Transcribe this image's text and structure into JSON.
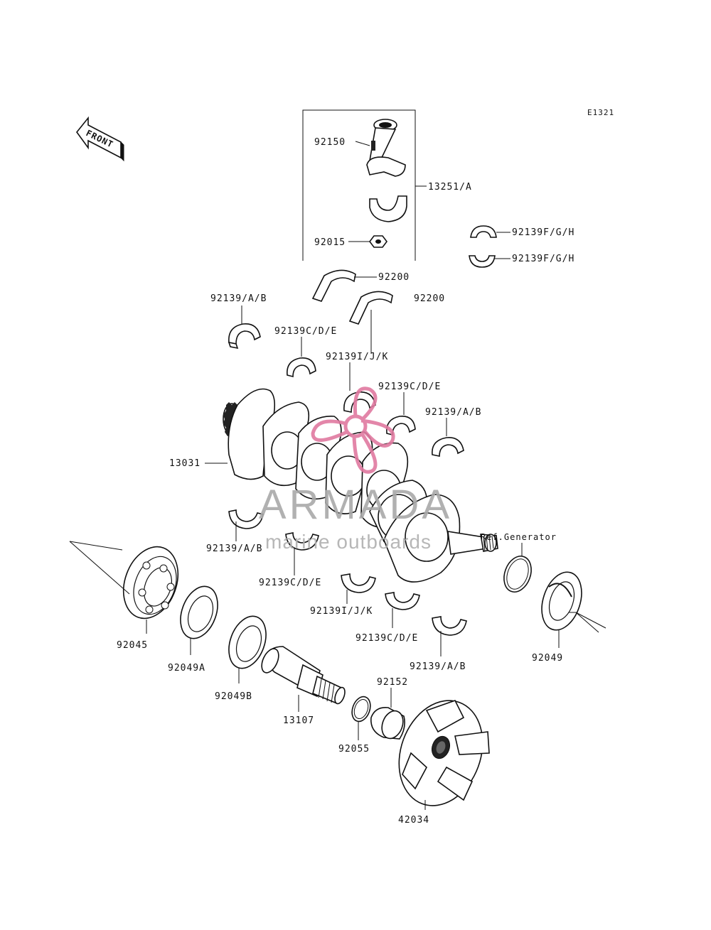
{
  "diagram_code": "E1321",
  "front_label": "FRONT",
  "labels": {
    "p92150": "92150",
    "p92015": "92015",
    "p13251": "13251/A",
    "p92139fgh_1": "92139F/G/H",
    "p92139fgh_2": "92139F/G/H",
    "p92200_1": "92200",
    "p92200_2": "92200",
    "p92139ab_1": "92139/A/B",
    "p92139cde_1": "92139C/D/E",
    "p92139ijk_1": "92139I/J/K",
    "p92139cde_2": "92139C/D/E",
    "p92139ab_2": "92139/A/B",
    "p13031": "13031",
    "p92139ab_3": "92139/A/B",
    "p92139cde_3": "92139C/D/E",
    "p92139ijk_2": "92139I/J/K",
    "p92139cde_4": "92139C/D/E",
    "p92139ab_4": "92139/A/B",
    "ref_generator": "Ref.Generator",
    "p92045": "92045",
    "p92049a": "92049A",
    "p92049b": "92049B",
    "p13107": "13107",
    "p92152": "92152",
    "p92055": "92055",
    "p42034": "42034",
    "p92049": "92049"
  },
  "watermark": {
    "brand": "ARMADA",
    "tagline": "marine outboards",
    "brand_color": "#a9a9a9",
    "accent_color": "#e07aa0"
  }
}
